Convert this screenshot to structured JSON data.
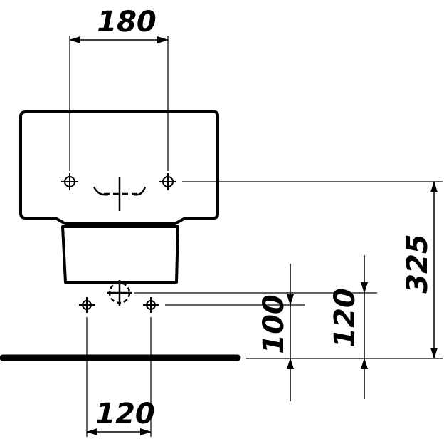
{
  "dimensions": {
    "top_spacing": "180",
    "bottom_spacing": "120",
    "vertical_325": "325",
    "vertical_120": "120",
    "vertical_100": "100"
  },
  "colors": {
    "ink": "#000000",
    "background": "#ffffff"
  },
  "icons": {
    "fixing_hole": "crosshair-circle",
    "drain": "dashed-circle-crosshair"
  }
}
